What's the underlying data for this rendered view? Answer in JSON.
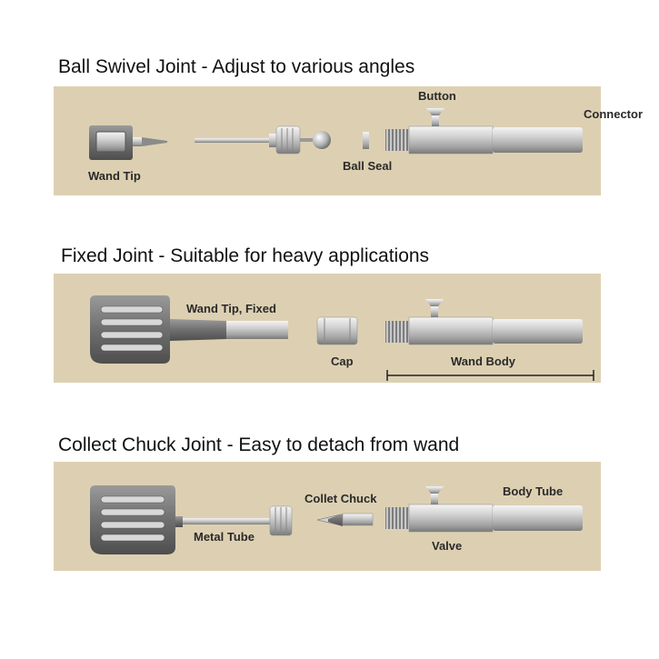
{
  "sections": [
    {
      "title": "Ball Swivel Joint - Adjust to various angles",
      "labels": {
        "wand_tip": "Wand Tip",
        "ball_seal": "Ball Seal",
        "button": "Button",
        "connector": "Connector"
      }
    },
    {
      "title": "Fixed Joint - Suitable for heavy applications",
      "labels": {
        "wand_tip_fixed": "Wand Tip, Fixed",
        "cap": "Cap",
        "wand_body": "Wand Body"
      }
    },
    {
      "title": "Collect Chuck Joint - Easy to detach from wand",
      "labels": {
        "metal_tube": "Metal Tube",
        "collet_chuck": "Collet Chuck",
        "body_tube": "Body Tube",
        "valve": "Valve"
      }
    }
  ],
  "colors": {
    "panel_background": "#ddd0b2",
    "metal": "#b9b9b9",
    "label_text": "#2a2a2a"
  }
}
